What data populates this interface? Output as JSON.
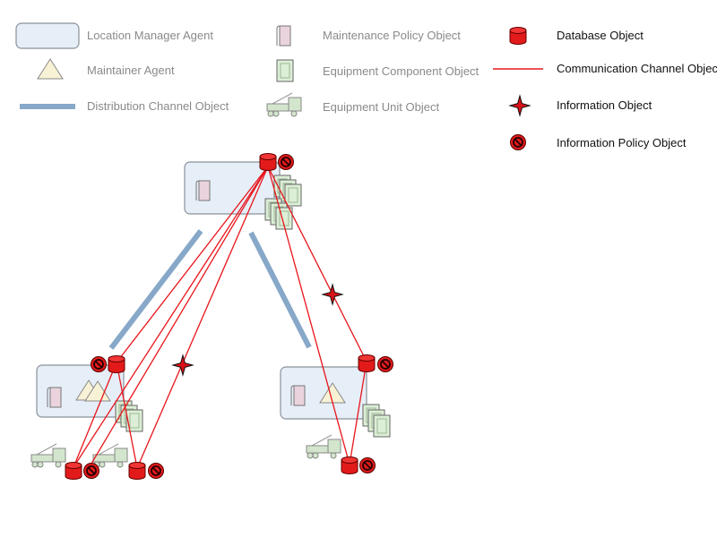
{
  "legend": {
    "location_manager_agent": "Location Manager Agent",
    "maintainer_agent": "Maintainer Agent",
    "distribution_channel_object": "Distribution Channel Object",
    "maintenance_policy_object": "Maintenance Policy Object",
    "equipment_component_object": "Equipment Component Object",
    "equipment_unit_object": "Equipment Unit Object",
    "database_object": "Database Object",
    "communication_channel_object": "Communication Channel Object",
    "information_object": "Information Object",
    "information_policy_object": "Information Policy Object"
  },
  "colors": {
    "agent_fill": "#e6eef8",
    "agent_stroke": "#8a9199",
    "maintainer_fill": "#f7f2d6",
    "policy_fill": "#ead3dd",
    "component_fill": "#dcefd6",
    "unit_fill": "#d3e6cd",
    "distribution": "#87a8c8",
    "comm": "#e8151b",
    "database": "#e31a1a"
  },
  "icons": [
    "database-icon",
    "information-policy-icon",
    "information-icon",
    "maintenance-policy-icon",
    "equipment-component-icon",
    "equipment-unit-icon",
    "maintainer-triangle-icon"
  ]
}
